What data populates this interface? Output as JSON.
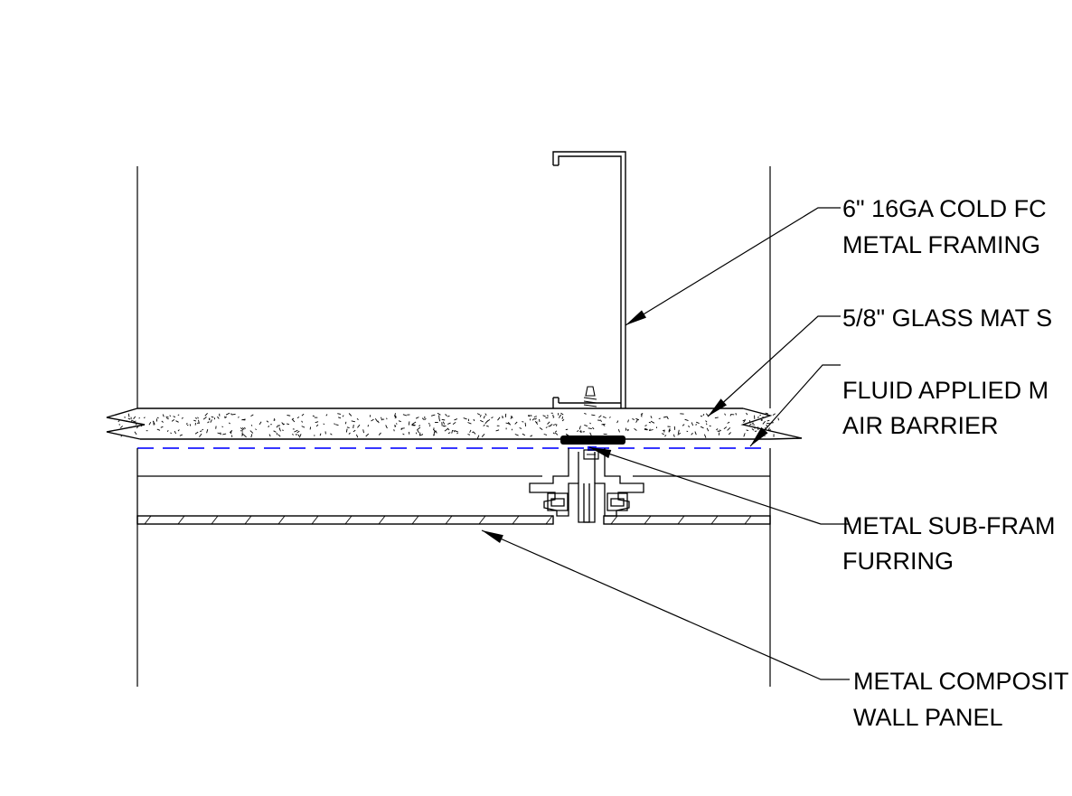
{
  "diagram": {
    "annotations": [
      {
        "id": "stud",
        "lines": [
          "6\" 16GA COLD FC",
          "METAL FRAMING"
        ]
      },
      {
        "id": "sheathing",
        "lines": [
          "5/8\" GLASS MAT S"
        ]
      },
      {
        "id": "air-barrier",
        "lines": [
          "FLUID APPLIED M",
          "AIR BARRIER"
        ]
      },
      {
        "id": "sub-frame",
        "lines": [
          "METAL SUB-FRAM",
          "FURRING"
        ]
      },
      {
        "id": "wall-panel",
        "lines": [
          "METAL COMPOSIT",
          "WALL PANEL"
        ]
      }
    ],
    "colors": {
      "linework": "#000000",
      "air_barrier_line": "#1a1aff",
      "background": "#ffffff"
    }
  }
}
